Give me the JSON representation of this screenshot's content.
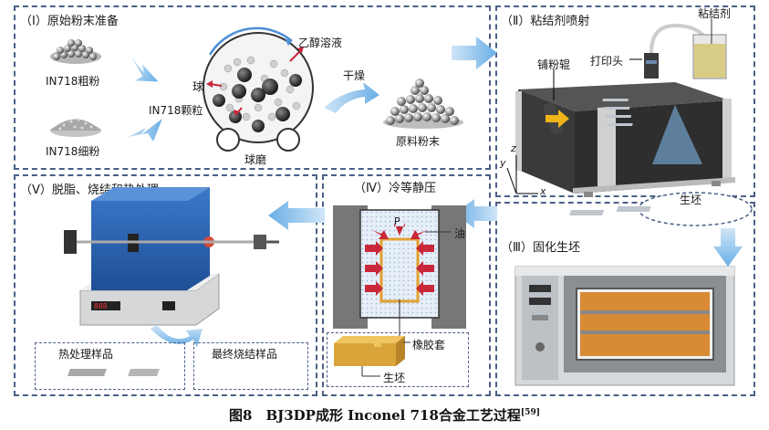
{
  "panels": {
    "p1": {
      "title": "（Ⅰ）原始粉末准备"
    },
    "p2": {
      "title": "（Ⅱ）粘结剂喷射"
    },
    "p3": {
      "title": "（Ⅲ）固化生坯"
    },
    "p4": {
      "title": "（Ⅳ）冷等静压"
    },
    "p5": {
      "title": "（Ⅴ）脱脂、烧结和热处理"
    }
  },
  "labels": {
    "coarse_powder": "IN718粗粉",
    "fine_powder": "IN718细粉",
    "ball": "球",
    "in718_particle": "IN718颗粒",
    "ethanol": "乙醇溶液",
    "dry": "干燥",
    "ball_mill": "球磨",
    "raw_powder": "原料粉末",
    "binder": "粘结剂",
    "print_head": "打印头",
    "roller": "铺粉辊",
    "axis_z": "z",
    "axis_y": "y",
    "axis_x": "x",
    "green_part": "生坯",
    "pressure_p": "P",
    "oil": "油",
    "rubber_sleeve": "橡胶套",
    "green_part_2": "生坯",
    "heat_treated": "热处理样品",
    "final_sintered": "最终烧结样品"
  },
  "caption": {
    "main": "图8　BJ3DP成形 Inconel 718合金工艺过程",
    "ref": "[59]"
  },
  "colors": {
    "border": "#4a5f86",
    "arrow": "#7fb6e6",
    "press_arrow": "#c8283a",
    "sleeve": "#e0a030"
  }
}
